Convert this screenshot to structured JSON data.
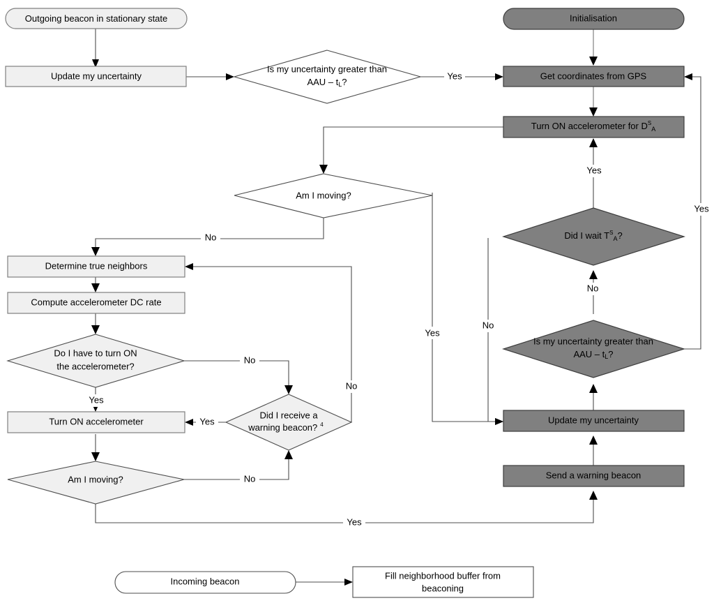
{
  "diagram": {
    "title": "Beacon / accelerometer duty-cycling flowchart",
    "colors": {
      "dark_fill": "#808080",
      "light_fill": "#f0f0f0",
      "white_fill": "#ffffff",
      "edge_light": "#808080",
      "edge_dark": "#4d4d4d",
      "text": "#000000"
    }
  },
  "nodes": {
    "outgoing_beacon": "Outgoing beacon in stationary state",
    "update_uncertainty_left": "Update my uncertainty",
    "is_uncertainty_left_1": "Is my uncertainty greater than",
    "is_uncertainty_left_2_pre": "AAU – t",
    "is_uncertainty_left_2_sub": "L",
    "is_uncertainty_left_2_post": "?",
    "initialisation": "Initialisation",
    "get_coordinates": "Get coordinates from GPS",
    "turn_on_accel_for_pre": "Turn ON accelerometer for D",
    "turn_on_accel_for_sup": "S",
    "turn_on_accel_for_sub": "A",
    "am_i_moving_mid": "Am I moving?",
    "determine_neighbors": "Determine true neighbors",
    "compute_dc_rate": "Compute accelerometer DC rate",
    "do_i_turn_on_1": "Do I have to turn ON",
    "do_i_turn_on_2": "the accelerometer?",
    "turn_on_accel": "Turn ON accelerometer",
    "did_i_receive_1": "Did I receive a",
    "did_i_receive_2": "warning beacon?",
    "did_i_receive_sup": "4",
    "am_i_moving_low": "Am I moving?",
    "did_i_wait_pre": "Did I wait T",
    "did_i_wait_sup": "S",
    "did_i_wait_sub": "A",
    "did_i_wait_post": "?",
    "is_uncertainty_right_1": "Is my uncertainty greater than",
    "is_uncertainty_right_2_pre": "AAU – t",
    "is_uncertainty_right_2_sub": "L",
    "is_uncertainty_right_2_post": "?",
    "update_uncertainty_right": "Update my uncertainty",
    "send_warning_beacon": "Send a warning beacon",
    "incoming_beacon": "Incoming beacon",
    "fill_buffer_1": "Fill neighborhood buffer from",
    "fill_buffer_2": "beaconing"
  },
  "edge_labels": {
    "yes_top_left": "Yes",
    "no_am_moving_mid": "No",
    "yes_am_moving_mid": "Yes",
    "no_do_i_turn_on": "No",
    "yes_do_i_turn_on": "Yes",
    "yes_did_i_receive": "Yes",
    "no_did_i_receive": "No",
    "no_am_moving_low": "No",
    "yes_am_moving_low": "Yes",
    "yes_to_turn_on_accel_for": "Yes",
    "no_did_i_wait": "No",
    "no_is_uncertainty_right": "No",
    "yes_is_uncertainty_right": "Yes"
  }
}
